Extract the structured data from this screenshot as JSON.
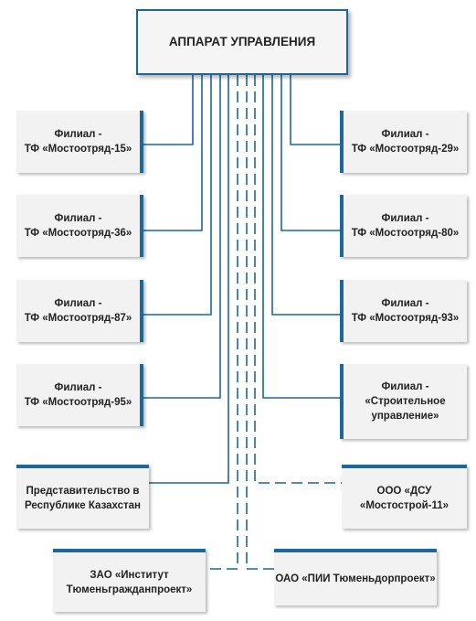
{
  "header": {
    "title": "АППАРАТ УПРАВЛЕНИЯ"
  },
  "branches_left": [
    {
      "label": "Филиал -\nТФ «Мостоотряд-15»"
    },
    {
      "label": "Филиал -\nТФ «Мостоотряд-36»"
    },
    {
      "label": "Филиал -\nТФ «Мостоотряд-87»"
    },
    {
      "label": "Филиал -\nТФ «Мостоотряд-95»"
    }
  ],
  "branches_right": [
    {
      "label": "Филиал -\nТФ «Мостоотряд-29»"
    },
    {
      "label": "Филиал -\nТФ «Мостоотряд-80»"
    },
    {
      "label": "Филиал -\nТФ «Мостоотряд-93»"
    },
    {
      "label": "Филиал -\n«Строительное\nуправление»"
    }
  ],
  "representative": {
    "label": "Представительство в\nРеспублике Казахстан"
  },
  "dsu": {
    "label": "ООО «ДСУ\n«Мостострой-11»"
  },
  "institute": {
    "label": "ЗАО «Институт\nТюменьгражданпроект»"
  },
  "pii": {
    "label": "ОАО «ПИИ Тюменьдорпроект»"
  },
  "colors": {
    "accent": "#1f6796",
    "box_fill": "#f2f2f2",
    "line": "#1f6796"
  }
}
